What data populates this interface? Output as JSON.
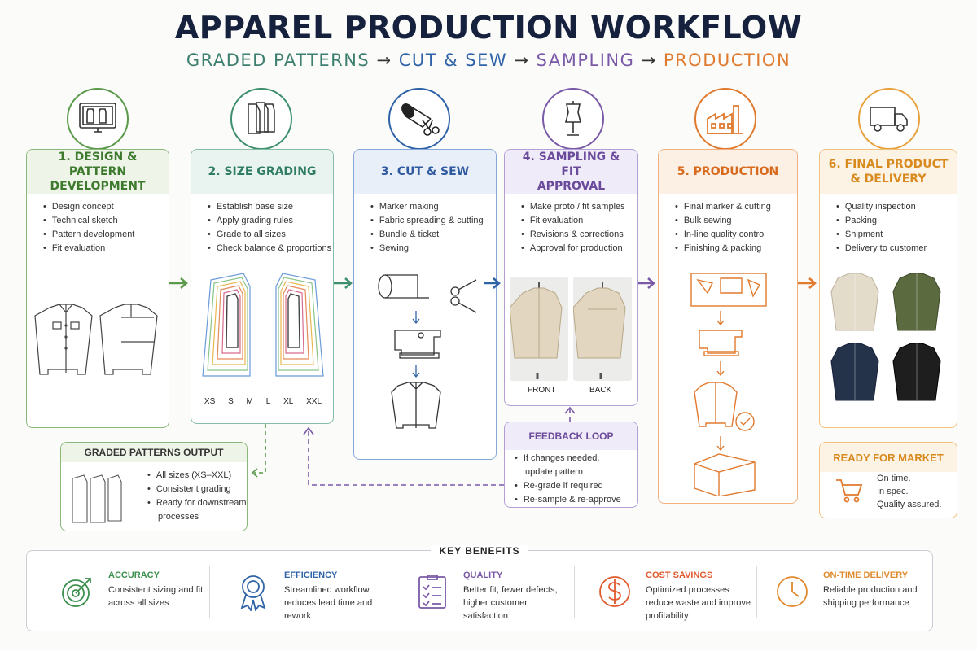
{
  "title": "APPAREL PRODUCTION WORKFLOW",
  "subtitle": {
    "s1": "GRADED PATTERNS",
    "s2": "CUT & SEW",
    "s3": "SAMPLING",
    "s4": "PRODUCTION",
    "arrow": "→"
  },
  "colors": {
    "green": "#5a9a4a",
    "teal": "#3d8f6e",
    "blue": "#2f63a8",
    "purple": "#7a5aa8",
    "orange": "#e07a2e",
    "amber": "#e7a13c"
  },
  "steps": [
    {
      "title_line1": "1. DESIGN & PATTERN",
      "title_line2": "DEVELOPMENT",
      "icon": "computer-pattern-icon",
      "items": [
        "Design concept",
        "Technical sketch",
        "Pattern development",
        "Fit evaluation"
      ]
    },
    {
      "title_line1": "2. SIZE GRADING",
      "title_line2": "",
      "icon": "pattern-pieces-icon",
      "items": [
        "Establish base size",
        "Apply grading rules",
        "Grade to all sizes",
        "Check balance & proportions"
      ],
      "sizes": [
        "XS",
        "S",
        "M",
        "L",
        "XL",
        "XXL"
      ]
    },
    {
      "title_line1": "3. CUT & SEW",
      "title_line2": "",
      "icon": "fabric-roll-scissors-icon",
      "items": [
        "Marker making",
        "Fabric spreading & cutting",
        "Bundle & ticket",
        "Sewing"
      ]
    },
    {
      "title_line1": "4. SAMPLING & FIT",
      "title_line2": "APPROVAL",
      "icon": "dress-form-icon",
      "items": [
        "Make proto / fit samples",
        "Fit evaluation",
        "Revisions & corrections",
        "Approval for production"
      ],
      "views": [
        "FRONT",
        "BACK"
      ]
    },
    {
      "title_line1": "5. PRODUCTION",
      "title_line2": "",
      "icon": "factory-icon",
      "items": [
        "Final marker & cutting",
        "Bulk sewing",
        "In-line quality control",
        "Finishing & packing"
      ]
    },
    {
      "title_line1": "6. FINAL PRODUCT",
      "title_line2": "& DELIVERY",
      "icon": "delivery-truck-icon",
      "items": [
        "Quality inspection",
        "Packing",
        "Shipment",
        "Delivery to customer"
      ]
    }
  ],
  "graded_output": {
    "title": "GRADED PATTERNS OUTPUT",
    "items": [
      "All sizes (XS–XXL)",
      "Consistent grading",
      "Ready for downstream",
      "processes"
    ]
  },
  "feedback": {
    "title": "FEEDBACK LOOP",
    "items": [
      "If changes needed,",
      "update pattern",
      "Re-grade if required",
      "Re-sample & re-approve"
    ]
  },
  "ready": {
    "title": "READY FOR MARKET",
    "lines": [
      "On time.",
      "In spec.",
      "Quality assured."
    ]
  },
  "benefits": {
    "title": "KEY BENEFITS",
    "items": [
      {
        "title": "ACCURACY",
        "text": "Consistent sizing and fit across all sizes",
        "color": "#3d8f4e"
      },
      {
        "title": "EFFICIENCY",
        "text": "Streamlined workflow reduces lead time and rework",
        "color": "#2f63a8"
      },
      {
        "title": "QUALITY",
        "text": "Better fit, fewer defects, higher customer satisfaction",
        "color": "#7a5aa8"
      },
      {
        "title": "COST SAVINGS",
        "text": "Optimized processes reduce waste and improve profitability",
        "color": "#e05a2e"
      },
      {
        "title": "ON-TIME DELIVERY",
        "text": "Reliable production and shipping performance",
        "color": "#e08a2e"
      }
    ]
  }
}
